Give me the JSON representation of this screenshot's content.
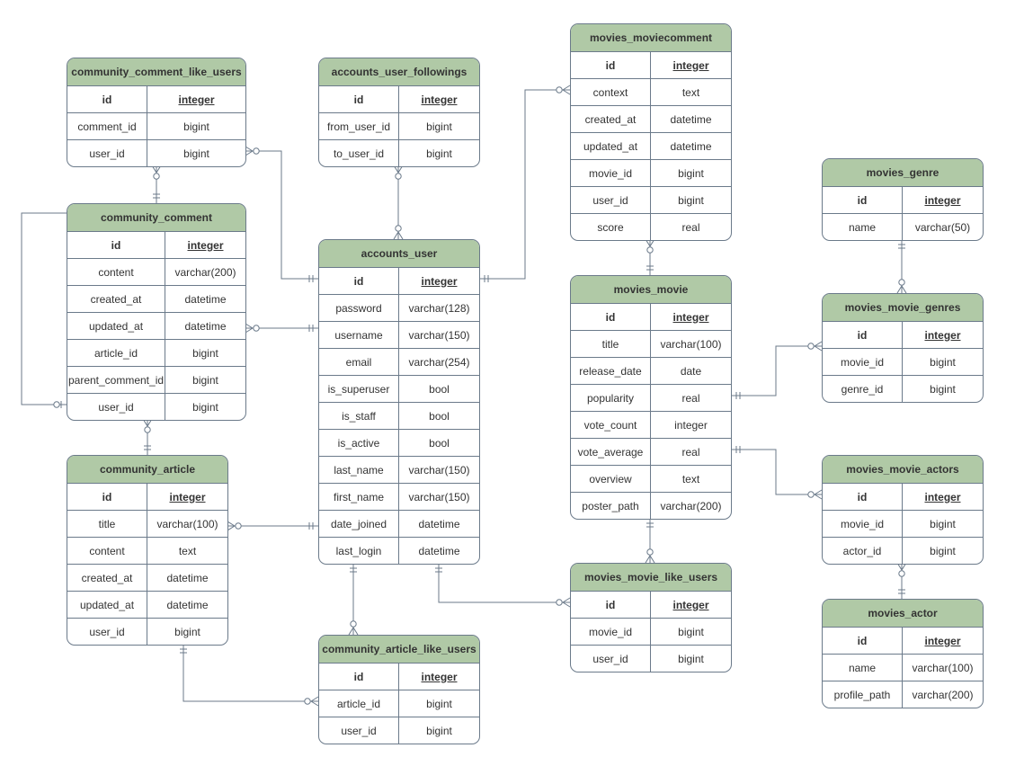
{
  "diagram": {
    "colors": {
      "header": "#b0c9a6",
      "border": "#6b7a8a",
      "text": "#333333",
      "line": "#6b7a8a"
    },
    "tables": {
      "community_comment_like_users": {
        "title": "community_comment_like_users",
        "columns": [
          {
            "name": "id",
            "type": "integer",
            "pk": true
          },
          {
            "name": "comment_id",
            "type": "bigint"
          },
          {
            "name": "user_id",
            "type": "bigint"
          }
        ]
      },
      "accounts_user_followings": {
        "title": "accounts_user_followings",
        "columns": [
          {
            "name": "id",
            "type": "integer",
            "pk": true
          },
          {
            "name": "from_user_id",
            "type": "bigint"
          },
          {
            "name": "to_user_id",
            "type": "bigint"
          }
        ]
      },
      "movies_moviecomment": {
        "title": "movies_moviecomment",
        "columns": [
          {
            "name": "id",
            "type": "integer",
            "pk": true
          },
          {
            "name": "context",
            "type": "text"
          },
          {
            "name": "created_at",
            "type": "datetime"
          },
          {
            "name": "updated_at",
            "type": "datetime"
          },
          {
            "name": "movie_id",
            "type": "bigint"
          },
          {
            "name": "user_id",
            "type": "bigint"
          },
          {
            "name": "score",
            "type": "real"
          }
        ]
      },
      "movies_genre": {
        "title": "movies_genre",
        "columns": [
          {
            "name": "id",
            "type": "integer",
            "pk": true
          },
          {
            "name": "name",
            "type": "varchar(50)"
          }
        ]
      },
      "community_comment": {
        "title": "community_comment",
        "columns": [
          {
            "name": "id",
            "type": "integer",
            "pk": true
          },
          {
            "name": "content",
            "type": "varchar(200)"
          },
          {
            "name": "created_at",
            "type": "datetime"
          },
          {
            "name": "updated_at",
            "type": "datetime"
          },
          {
            "name": "article_id",
            "type": "bigint"
          },
          {
            "name": "parent_comment_id",
            "type": "bigint"
          },
          {
            "name": "user_id",
            "type": "bigint"
          }
        ]
      },
      "accounts_user": {
        "title": "accounts_user",
        "columns": [
          {
            "name": "id",
            "type": "integer",
            "pk": true
          },
          {
            "name": "password",
            "type": "varchar(128)"
          },
          {
            "name": "username",
            "type": "varchar(150)"
          },
          {
            "name": "email",
            "type": "varchar(254)"
          },
          {
            "name": "is_superuser",
            "type": "bool"
          },
          {
            "name": "is_staff",
            "type": "bool"
          },
          {
            "name": "is_active",
            "type": "bool"
          },
          {
            "name": "last_name",
            "type": "varchar(150)"
          },
          {
            "name": "first_name",
            "type": "varchar(150)"
          },
          {
            "name": "date_joined",
            "type": "datetime"
          },
          {
            "name": "last_login",
            "type": "datetime"
          }
        ]
      },
      "movies_movie": {
        "title": "movies_movie",
        "columns": [
          {
            "name": "id",
            "type": "integer",
            "pk": true
          },
          {
            "name": "title",
            "type": "varchar(100)"
          },
          {
            "name": "release_date",
            "type": "date"
          },
          {
            "name": "popularity",
            "type": "real"
          },
          {
            "name": "vote_count",
            "type": "integer"
          },
          {
            "name": "vote_average",
            "type": "real"
          },
          {
            "name": "overview",
            "type": "text"
          },
          {
            "name": "poster_path",
            "type": "varchar(200)"
          }
        ]
      },
      "movies_movie_genres": {
        "title": "movies_movie_genres",
        "columns": [
          {
            "name": "id",
            "type": "integer",
            "pk": true
          },
          {
            "name": "movie_id",
            "type": "bigint"
          },
          {
            "name": "genre_id",
            "type": "bigint"
          }
        ]
      },
      "community_article": {
        "title": "community_article",
        "columns": [
          {
            "name": "id",
            "type": "integer",
            "pk": true
          },
          {
            "name": "title",
            "type": "varchar(100)"
          },
          {
            "name": "content",
            "type": "text"
          },
          {
            "name": "created_at",
            "type": "datetime"
          },
          {
            "name": "updated_at",
            "type": "datetime"
          },
          {
            "name": "user_id",
            "type": "bigint"
          }
        ]
      },
      "movies_movie_actors": {
        "title": "movies_movie_actors",
        "columns": [
          {
            "name": "id",
            "type": "integer",
            "pk": true
          },
          {
            "name": "movie_id",
            "type": "bigint"
          },
          {
            "name": "actor_id",
            "type": "bigint"
          }
        ]
      },
      "movies_movie_like_users": {
        "title": "movies_movie_like_users",
        "columns": [
          {
            "name": "id",
            "type": "integer",
            "pk": true
          },
          {
            "name": "movie_id",
            "type": "bigint"
          },
          {
            "name": "user_id",
            "type": "bigint"
          }
        ]
      },
      "movies_actor": {
        "title": "movies_actor",
        "columns": [
          {
            "name": "id",
            "type": "integer",
            "pk": true
          },
          {
            "name": "name",
            "type": "varchar(100)"
          },
          {
            "name": "profile_path",
            "type": "varchar(200)"
          }
        ]
      },
      "community_article_like_users": {
        "title": "community_article_like_users",
        "columns": [
          {
            "name": "id",
            "type": "integer",
            "pk": true
          },
          {
            "name": "article_id",
            "type": "bigint"
          },
          {
            "name": "user_id",
            "type": "bigint"
          }
        ]
      }
    }
  }
}
